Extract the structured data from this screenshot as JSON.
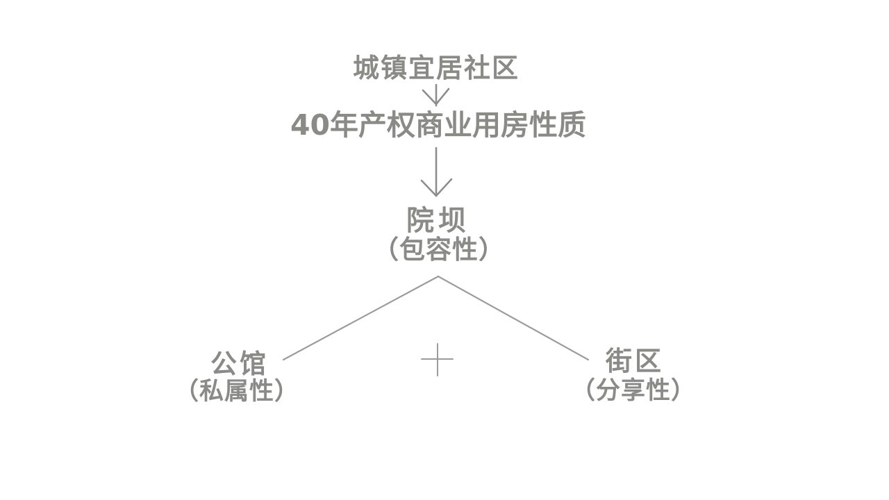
{
  "colors": {
    "text": "#8a8a87",
    "arrow": "#8d8d8b",
    "line": "#9b9b9b",
    "background": "#ffffff"
  },
  "diagram": {
    "nodes": {
      "community": {
        "label": "城镇宜居社区"
      },
      "property": {
        "label": "40年产权商业用房性质"
      },
      "courtyard": {
        "label": "院坝",
        "qualifier": "（包容性）"
      },
      "mansion": {
        "label": "公馆",
        "qualifier": "（私属性）"
      },
      "district": {
        "label": "街区",
        "qualifier": "（分享性）"
      }
    },
    "icons": {
      "arrow_top": "down-arrow-icon",
      "arrow_middle": "down-arrow-icon",
      "plus": "plus-icon"
    }
  }
}
